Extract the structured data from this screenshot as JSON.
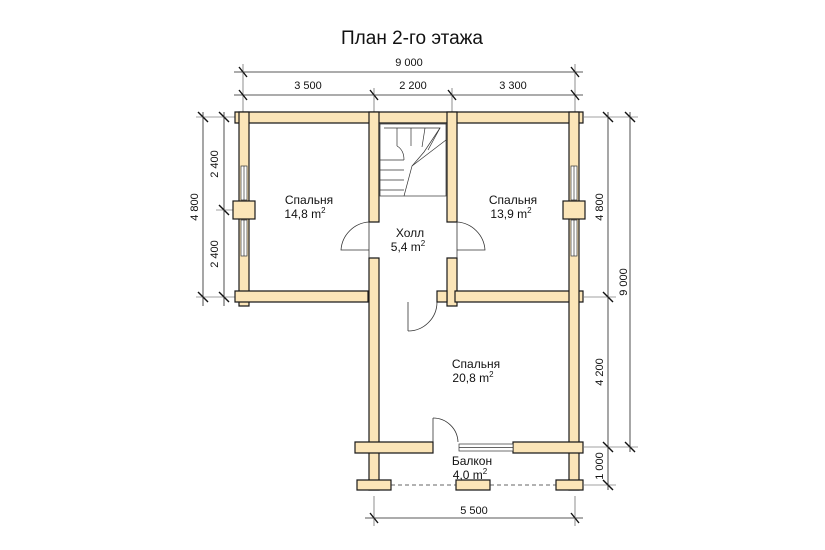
{
  "title": "План 2-го этажа",
  "rooms": {
    "bedroom_left": {
      "name": "Спальня",
      "area": "14,8 m",
      "unit_sup": "2"
    },
    "bedroom_right": {
      "name": "Спальня",
      "area": "13,9 m",
      "unit_sup": "2"
    },
    "hall": {
      "name": "Холл",
      "area": "5,4 m",
      "unit_sup": "2"
    },
    "bedroom_bottom": {
      "name": "Спальня",
      "area": "20,8 m",
      "unit_sup": "2"
    },
    "balcony": {
      "name": "Балкон",
      "area": "4,0 m",
      "unit_sup": "2"
    }
  },
  "dimensions": {
    "top_total": "9 000",
    "top_left": "3 500",
    "top_mid": "2 200",
    "top_right": "3 300",
    "left_total": "4 800",
    "left_upper": "2 400",
    "left_lower": "2 400",
    "right_upper": "4 800",
    "right_mid": "4 200",
    "right_low": "1 000",
    "right_total": "9 000",
    "bottom": "5 500"
  },
  "colors": {
    "wall_fill": "#fbe5b8",
    "wall_stroke": "#1a1a1a"
  }
}
